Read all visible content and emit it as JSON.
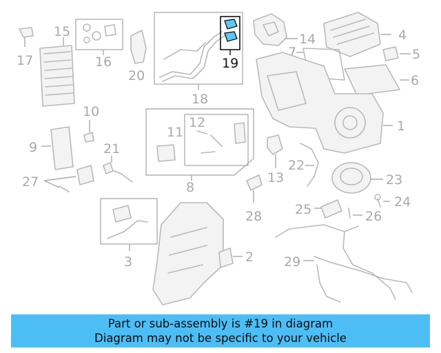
{
  "callouts": {
    "c1": "1",
    "c2": "2",
    "c3": "3",
    "c4": "4",
    "c5": "5",
    "c6": "6",
    "c7": "7",
    "c8": "8",
    "c9": "9",
    "c10": "10",
    "c11": "11",
    "c12": "12",
    "c13": "13",
    "c14": "14",
    "c15": "15",
    "c16": "16",
    "c17": "17",
    "c18": "18",
    "c19": "19",
    "c20": "20",
    "c21": "21",
    "c22": "22",
    "c23": "23",
    "c24": "24",
    "c25": "25",
    "c26": "26",
    "c27": "27",
    "c28": "28",
    "c29": "29"
  },
  "highlight": {
    "part": "19",
    "color": "#5bc8f5"
  },
  "banner": {
    "line1": "Part or sub-assembly is #19 in diagram",
    "line2": "Diagram may not be specific to your vehicle",
    "background": "#4dbef5"
  }
}
